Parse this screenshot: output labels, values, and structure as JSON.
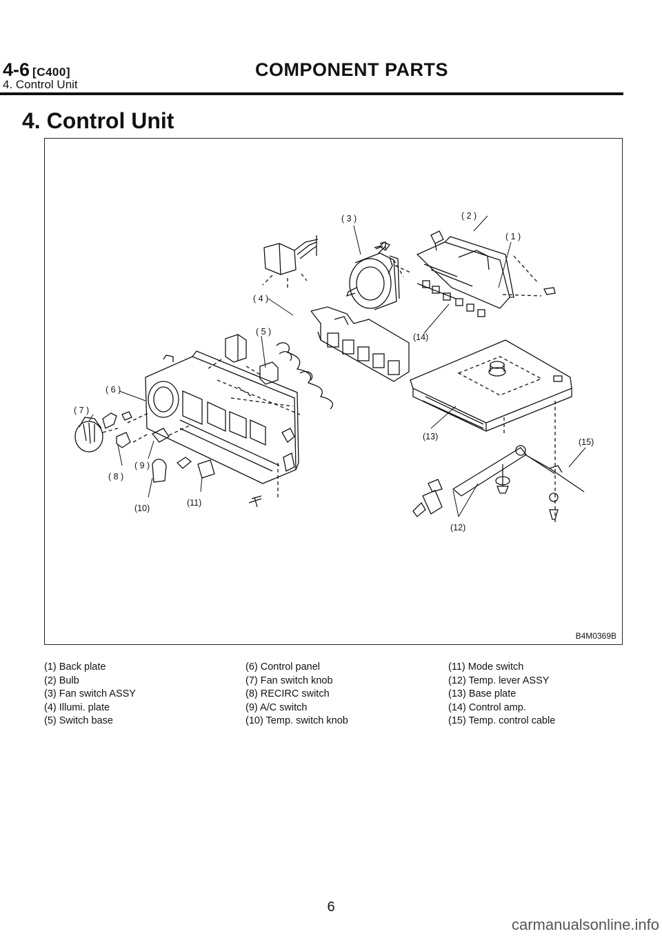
{
  "header": {
    "section_number": "4-6",
    "section_code": "[C400]",
    "title": "COMPONENT PARTS",
    "subtitle": "4. Control Unit"
  },
  "page_heading": "4. Control Unit",
  "figure": {
    "code": "B4M0369B",
    "callouts": {
      "c1": "( 1 )",
      "c2": "( 2 )",
      "c3": "( 3 )",
      "c4": "( 4 )",
      "c5": "( 5 )",
      "c6": "( 6 )",
      "c7": "( 7 )",
      "c8": "( 8 )",
      "c9": "( 9 )",
      "c10": "(10)",
      "c11": "(11)",
      "c12": "(12)",
      "c13": "(13)",
      "c14": "(14)",
      "c15": "(15)"
    }
  },
  "legend": {
    "col1": [
      "(1) Back plate",
      "(2) Bulb",
      "(3) Fan switch ASSY",
      "(4) Illumi. plate",
      "(5) Switch base"
    ],
    "col2": [
      "(6) Control panel",
      "(7) Fan switch knob",
      "(8) RECIRC switch",
      "(9) A/C switch",
      "(10) Temp. switch knob"
    ],
    "col3": [
      "(11) Mode switch",
      "(12) Temp. lever ASSY",
      "(13) Base plate",
      "(14) Control amp.",
      "(15) Temp. control cable"
    ]
  },
  "page_number": "6",
  "watermark": "carmanualsonline.info"
}
